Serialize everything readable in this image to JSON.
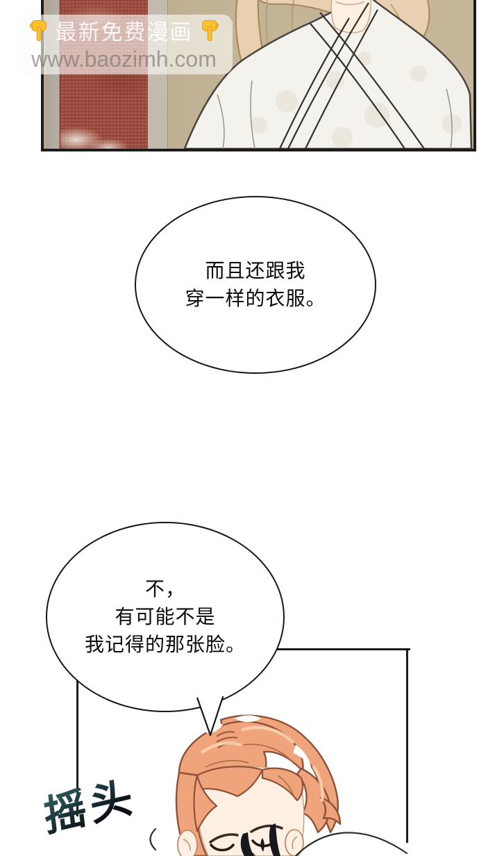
{
  "watermark": {
    "line1": "最新免费漫画",
    "url": "www.baozimh.com",
    "left_icon": "pointing-down-hand",
    "right_icon": "pointing-down-hand"
  },
  "bubbles": [
    {
      "lines": [
        "而且还跟我",
        "穿一样的衣服。"
      ]
    },
    {
      "lines": [
        "不，",
        "有可能不是",
        "我记得的那张脸。"
      ]
    }
  ],
  "sfx": {
    "text": "摇头"
  },
  "colors": {
    "ink": "#161616",
    "panel-border": "#1c1c1c",
    "wall-tan": "#c0b093",
    "tapestry-red": "#9c4a3d",
    "scroll-gray": "#c9c2b5",
    "robe-white": "#f4f2ec",
    "hair-blonde": "#e8d0b0",
    "hair-orange": "#f0a47c",
    "hair-outline": "#8d5138",
    "skin": "#fdf0e3",
    "bubble-fill": "#ffffff",
    "hand-yellow": "#fbc02d",
    "url-gray": "#767069",
    "sfx-teal": "#2d5257"
  }
}
